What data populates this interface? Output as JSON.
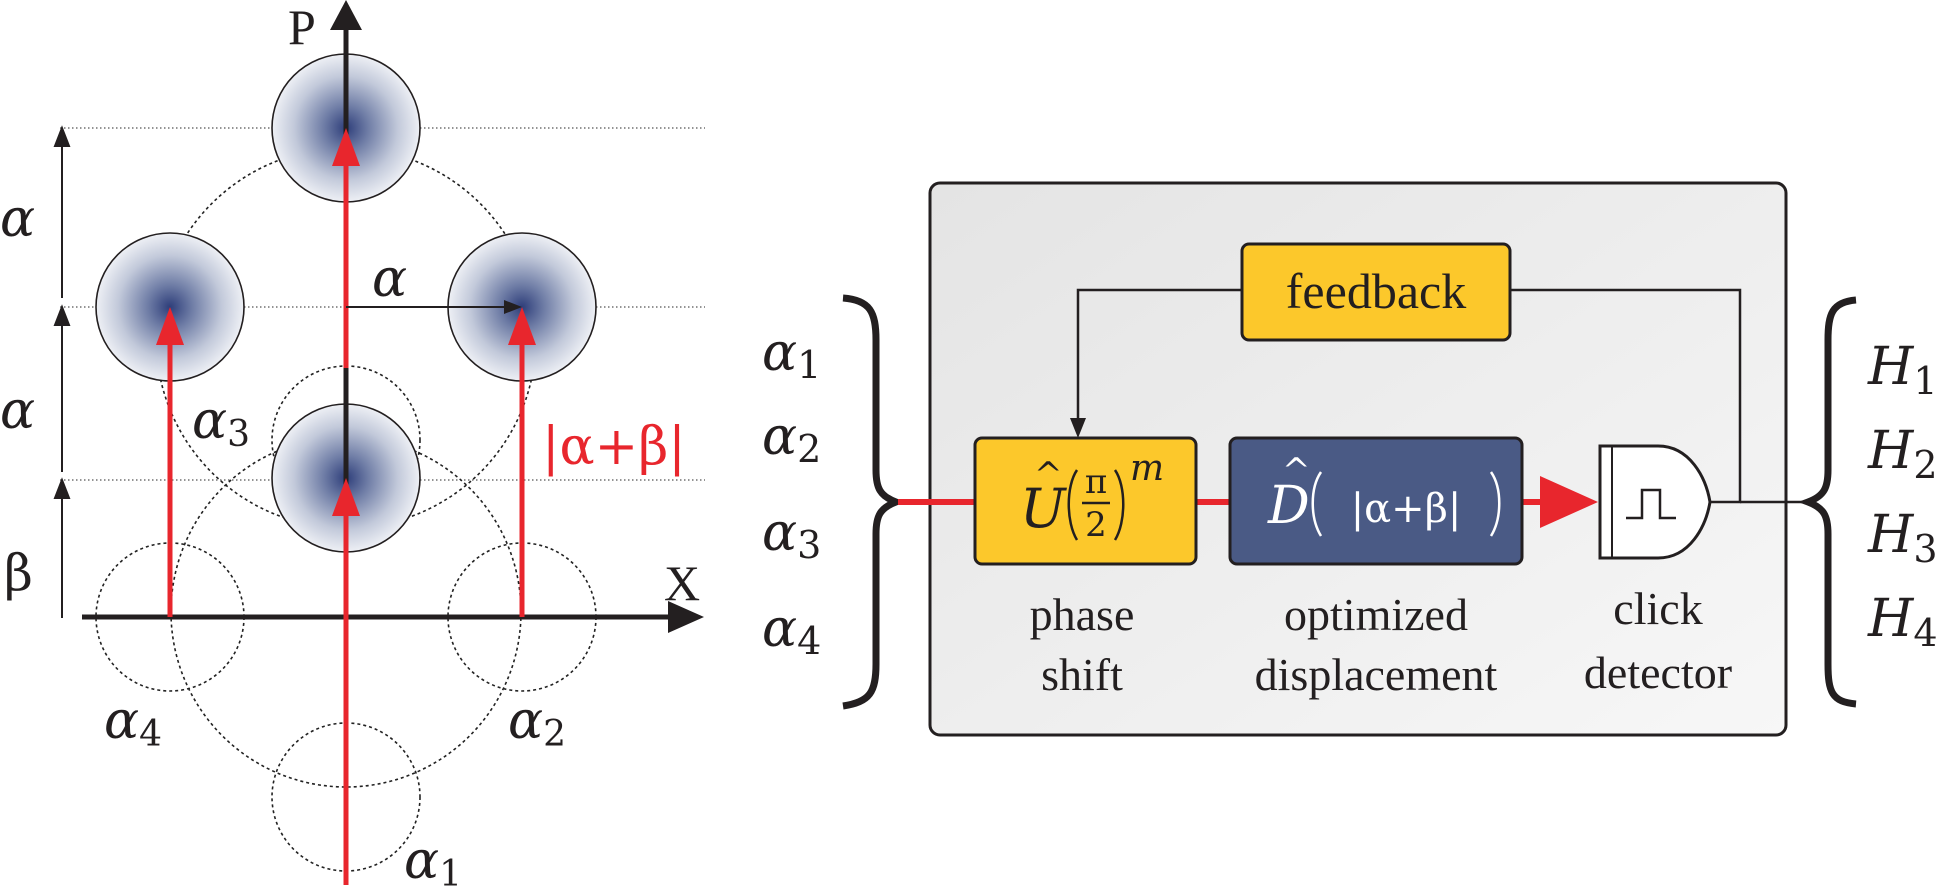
{
  "colors": {
    "red": "#e8262d",
    "yellow": "#fcc82b",
    "navy": "#4a5a85",
    "panel": "#ececec",
    "dark": "#231f20"
  },
  "phase_space": {
    "axis_p": "P",
    "axis_x": "X",
    "left_labels": {
      "a_top": "α",
      "a_mid": "α",
      "beta": "β"
    },
    "arrow_label": "α",
    "amplitude_label": "|α+β|",
    "states": [
      {
        "label": "α",
        "sub": "1"
      },
      {
        "label": "α",
        "sub": "2"
      },
      {
        "label": "α",
        "sub": "3"
      },
      {
        "label": "α",
        "sub": "4"
      }
    ]
  },
  "receiver": {
    "inputs": [
      {
        "label": "α",
        "sub": "1"
      },
      {
        "label": "α",
        "sub": "2"
      },
      {
        "label": "α",
        "sub": "3"
      },
      {
        "label": "α",
        "sub": "4"
      }
    ],
    "outputs": [
      {
        "label": "H",
        "sub": "1"
      },
      {
        "label": "H",
        "sub": "2"
      },
      {
        "label": "H",
        "sub": "3"
      },
      {
        "label": "H",
        "sub": "4"
      }
    ],
    "feedback": "feedback",
    "phase_shift": {
      "op": "U",
      "hat": "^",
      "num": "π",
      "den": "2",
      "exp": "m",
      "caption1": "phase",
      "caption2": "shift"
    },
    "displacement": {
      "op": "D",
      "hat": "^",
      "arg": "|α+β|",
      "caption1": "optimized",
      "caption2": "displacement"
    },
    "detector": {
      "caption1": "click",
      "caption2": "detector"
    }
  }
}
